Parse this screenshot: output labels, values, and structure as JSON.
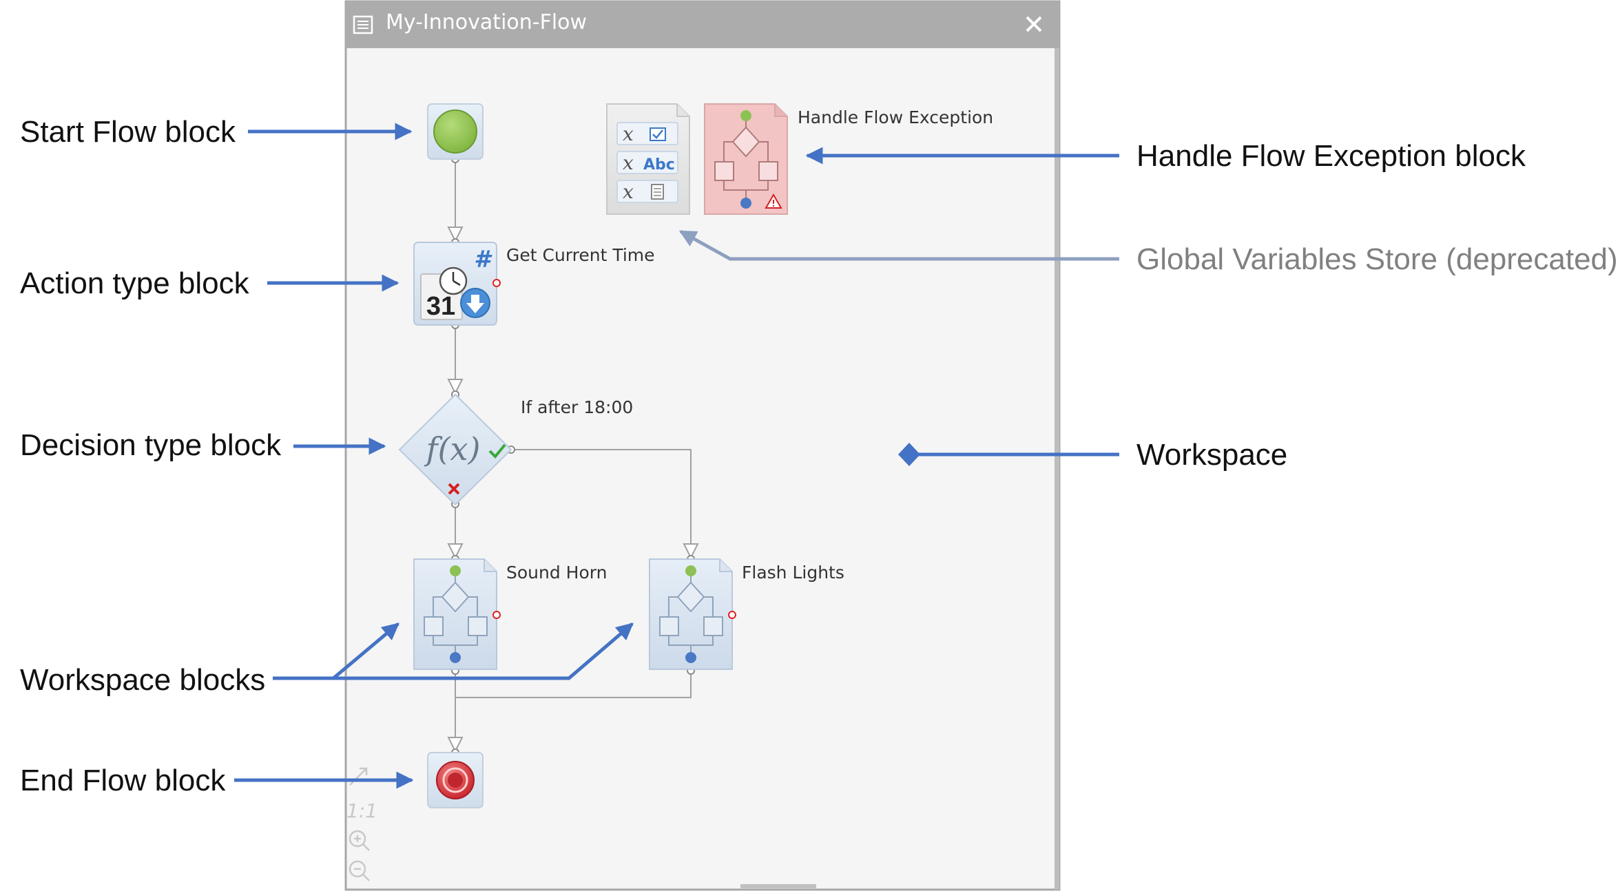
{
  "window": {
    "title": "My-Innovation-Flow",
    "close_icon": "close-icon",
    "title_icon": "flow-list-icon",
    "titlebar_color": "#acacac",
    "workspace_color": "#f5f5f5"
  },
  "blocks": {
    "start": {
      "type": "start",
      "icon": "green-circle-icon",
      "color": "#8dc153"
    },
    "get_current_time": {
      "type": "action",
      "label": "Get Current Time",
      "icon": "calendar-clock-icon"
    },
    "decision": {
      "type": "decision",
      "label": "If after 18:00",
      "symbol": "f(x)"
    },
    "sound_horn": {
      "type": "workspace",
      "label": "Sound Horn",
      "icon": "subflow-icon"
    },
    "flash_lights": {
      "type": "workspace",
      "label": "Flash Lights",
      "icon": "subflow-icon"
    },
    "end": {
      "type": "end",
      "icon": "red-stop-icon",
      "color": "#d9363e"
    },
    "global_variables": {
      "type": "global-variables",
      "icon": "variables-document-icon",
      "rows": [
        "x",
        "x",
        "x"
      ],
      "row_value": "Abc"
    },
    "handle_exception": {
      "type": "exception",
      "label": "Handle Flow Exception",
      "icon": "exception-subflow-icon",
      "color": "#f2c4c4"
    }
  },
  "zoom_controls": {
    "fit_icon": "fit-icon",
    "ratio": "1:1",
    "zoom_in_icon": "zoom-in-icon",
    "zoom_out_icon": "zoom-out-icon"
  },
  "callouts": {
    "start_flow": "Start Flow block",
    "action_type": "Action type block",
    "decision_type": "Decision type block",
    "workspace_blocks": "Workspace blocks",
    "end_flow": "End Flow block",
    "handle_exception": "Handle Flow Exception block",
    "global_variables": "Global Variables Store (deprecated)",
    "workspace": "Workspace"
  },
  "colors": {
    "arrow_blue": "#4472c4",
    "arrow_gray": "#8ea0c0",
    "connector": "#a0a0a0"
  }
}
